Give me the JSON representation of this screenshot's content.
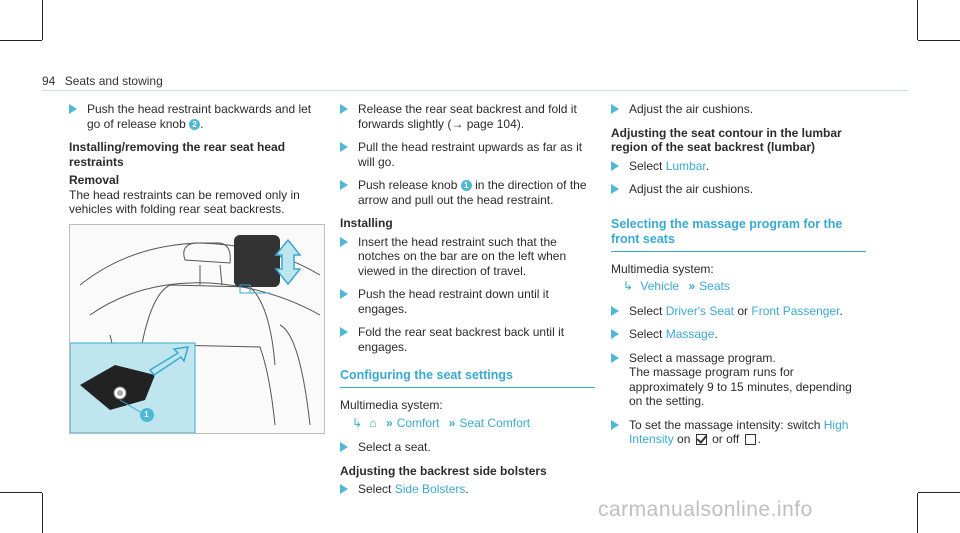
{
  "header": {
    "page_number": "94",
    "title": "Seats and stowing"
  },
  "col1": {
    "step1": "Push the head restraint backwards and let go of release knob",
    "step1_badge": "2",
    "heading": "Installing/removing the rear seat head restraints",
    "removal_title": "Removal",
    "removal_text": "The head restraints can be removed only in vehicles with folding rear seat backrests.",
    "illus_badge": "1"
  },
  "col2": {
    "step_release": "Release the rear seat backrest and fold it forwards slightly (→ page 104).",
    "step_pull": "Pull the head restraint upwards as far as it will go.",
    "step_push_pre": "Push release knob",
    "step_push_badge": "1",
    "step_push_post": "in the direction of the arrow and pull out the head restraint.",
    "installing_title": "Installing",
    "step_insert": "Insert the head restraint such that the notches on the bar are on the left when viewed in the direction of travel.",
    "step_push_down": "Push the head restraint down until it engages.",
    "step_fold": "Fold the rear seat backrest back until it engages.",
    "section_title": "Configuring the seat settings",
    "multimedia": "Multimedia system:",
    "path_home_icon": "home-icon",
    "path_comfort": "Comfort",
    "path_seat_comfort": "Seat Comfort",
    "step_select_seat": "Select a seat.",
    "heading_bolsters": "Adjusting the backrest side bolsters",
    "step_select_pre": "Select",
    "side_bolsters": "Side Bolsters"
  },
  "col3": {
    "step_adjust1": "Adjust the air cushions.",
    "heading_lumbar": "Adjusting the seat contour in the lumbar region of the seat backrest (lumbar)",
    "step_select_pre": "Select",
    "lumbar": "Lumbar",
    "step_adjust2": "Adjust the air cushions.",
    "section_title": "Selecting the massage program for the front seats",
    "multimedia": "Multimedia system:",
    "path_vehicle": "Vehicle",
    "path_seats": "Seats",
    "drivers_seat": "Driver's Seat",
    "or_word": "or",
    "front_passenger": "Front Passenger",
    "massage": "Massage",
    "step_program_title": "Select a massage program.",
    "step_program_text": "The massage program runs for approximately 9 to 15 minutes, depending on the setting.",
    "intensity_pre": "To set the massage intensity: switch",
    "high_intensity": "High Intensity",
    "on_word": "on",
    "or_off": "or off"
  },
  "watermark": "carmanualsonline.info",
  "colors": {
    "accent": "#3aa9cf",
    "illustration_panel": "#bfe6ef"
  }
}
